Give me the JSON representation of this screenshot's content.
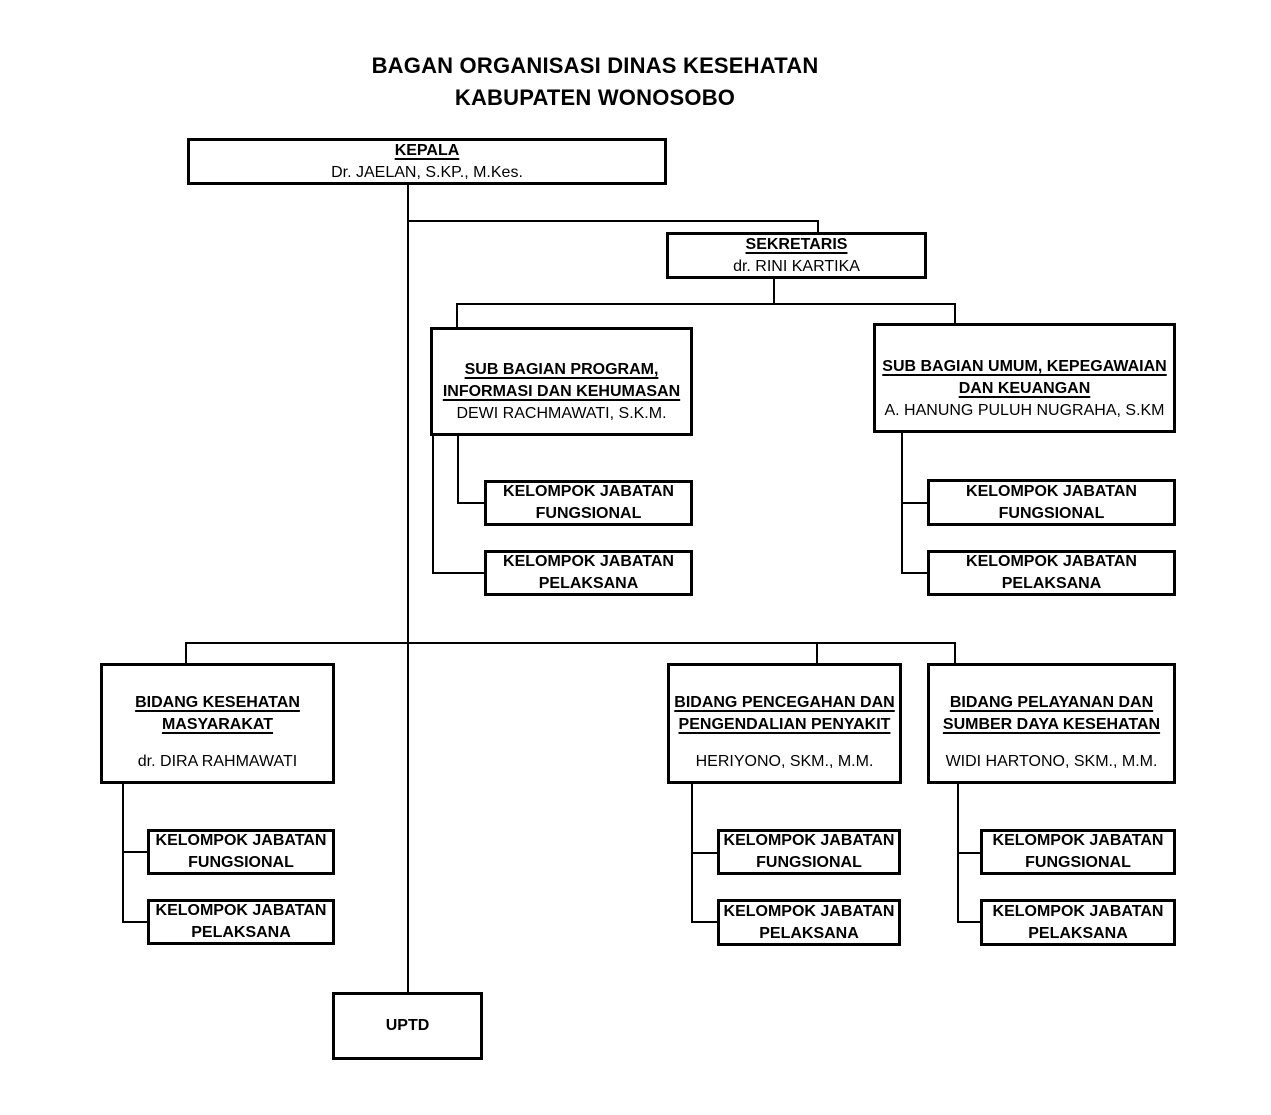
{
  "title": {
    "line1": "BAGAN ORGANISASI DINAS KESEHATAN",
    "line2": "KABUPATEN WONOSOBO"
  },
  "nodes": {
    "kepala": {
      "title": "KEPALA",
      "name": "Dr. JAELAN, S.KP., M.Kes."
    },
    "sekretaris": {
      "title": "SEKRETARIS",
      "name": "dr. RINI KARTIKA"
    },
    "sub_bagian_program": {
      "title_line1": "SUB BAGIAN PROGRAM,",
      "title_line2": "INFORMASI DAN KEHUMASAN",
      "name": "DEWI RACHMAWATI, S.K.M."
    },
    "sub_bagian_umum": {
      "title_line1": "SUB BAGIAN UMUM, KEPEGAWAIAN",
      "title_line2": "DAN KEUANGAN",
      "name": "A. HANUNG PULUH NUGRAHA, S.KM"
    },
    "bidang_kesehatan_masyarakat": {
      "title_line1": "BIDANG KESEHATAN",
      "title_line2": "MASYARAKAT",
      "name": "dr. DIRA RAHMAWATI"
    },
    "bidang_pencegahan": {
      "title_line1": "BIDANG PENCEGAHAN DAN",
      "title_line2": "PENGENDALIAN PENYAKIT",
      "name": "HERIYONO, SKM., M.M."
    },
    "bidang_pelayanan": {
      "title_line1": "BIDANG PELAYANAN DAN",
      "title_line2": "SUMBER DAYA KESEHATAN",
      "name": "WIDI HARTONO, SKM., M.M."
    },
    "uptd": {
      "title": "UPTD"
    }
  },
  "labels": {
    "kelompok_fungsional": {
      "line1": "KELOMPOK JABATAN",
      "line2": "FUNGSIONAL"
    },
    "kelompok_pelaksana": {
      "line1": "KELOMPOK JABATAN",
      "line2": "PELAKSANA"
    }
  },
  "colors": {
    "background": "#ffffff",
    "border": "#000000",
    "line": "#000000",
    "text": "#000000"
  }
}
